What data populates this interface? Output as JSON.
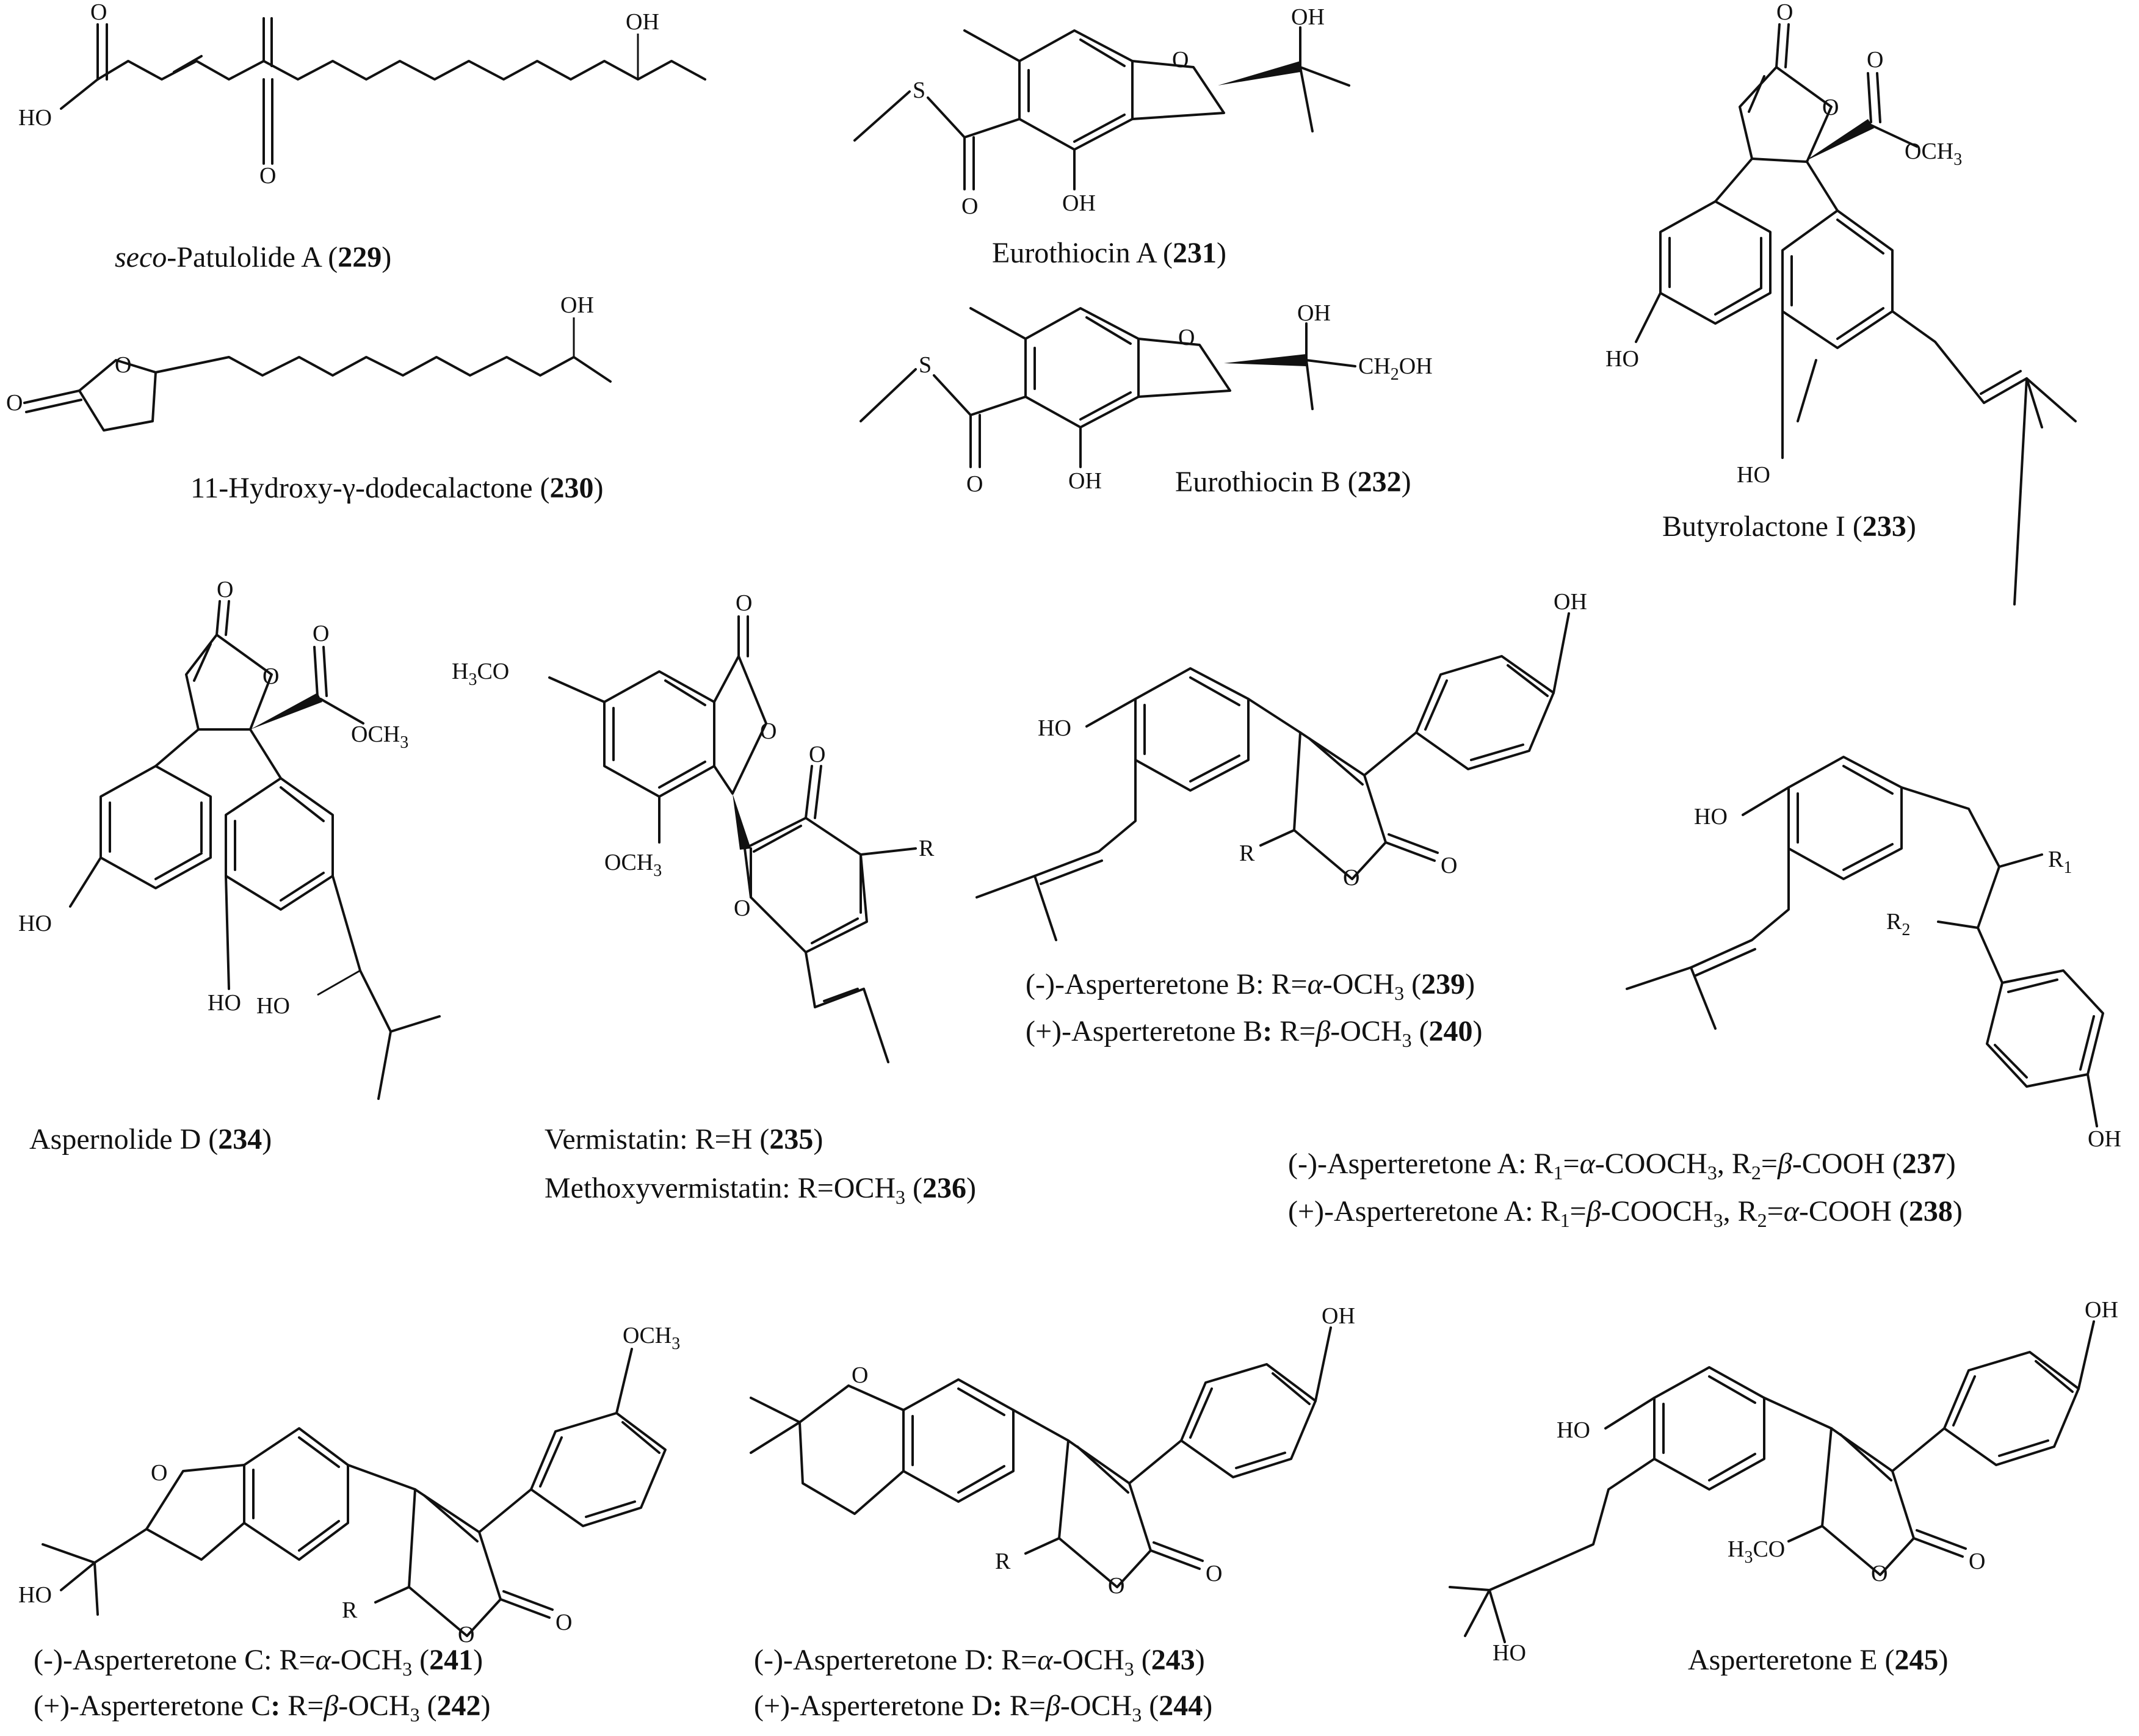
{
  "compounds": [
    {
      "id": "229",
      "caption": {
        "prefix": "seco",
        "name": "-Patulolide A (",
        "num": "229",
        "tail": ")"
      }
    },
    {
      "id": "230",
      "caption": {
        "name": "11-Hydroxy-γ-dodecalactone (",
        "num": "230",
        "tail": ")"
      }
    },
    {
      "id": "231",
      "caption": {
        "name": "Eurothiocin A (",
        "num": "231",
        "tail": ")"
      }
    },
    {
      "id": "232",
      "caption": {
        "name": "Eurothiocin B (",
        "num": "232",
        "tail": ")"
      }
    },
    {
      "id": "233",
      "caption": {
        "name": "Butyrolactone I (",
        "num": "233",
        "tail": ")"
      }
    },
    {
      "id": "234",
      "caption": {
        "name": "Aspernolide D (",
        "num": "234",
        "tail": ")"
      }
    },
    {
      "id": "235",
      "caption": {
        "name": "Vermistatin:  R=H (",
        "num": "235",
        "tail": ")"
      }
    },
    {
      "id": "236",
      "caption": {
        "name": "Methoxyvermistatin: R=OCH",
        "sub": "3",
        "rest": " (",
        "num": "236",
        "tail": ")"
      }
    },
    {
      "id": "239",
      "caption": {
        "name": "(-)-Asperteretone B: R=",
        "greek": "α",
        "rest": "-OCH",
        "sub": "3",
        "rest2": " (",
        "num": "239",
        "tail": ")"
      }
    },
    {
      "id": "240",
      "caption": {
        "name": "(+)-Asperteretone B",
        "colon": ":",
        "rest0": " R=",
        "greek": "β",
        "rest": "-OCH",
        "sub": "3",
        "rest2": " (",
        "num": "240",
        "tail": ")"
      }
    },
    {
      "id": "237",
      "caption": {
        "name": "(-)-Asperteretone A: R",
        "sub1": "1",
        "eq1": "=",
        "greek1": "α",
        "mid1": "-COOCH",
        "sub2": "3",
        "comma": ", R",
        "sub3": "2",
        "eq2": "=",
        "greek2": "β",
        "mid2": "-COOH (",
        "num": "237",
        "tail": ")"
      }
    },
    {
      "id": "238",
      "caption": {
        "name": "(+)-Asperteretone A: R",
        "sub1": "1",
        "eq1": "=",
        "greek1": "β",
        "mid1": "-COOCH",
        "sub2": "3",
        "comma": ", R",
        "sub3": "2",
        "eq2": "=",
        "greek2": "α",
        "mid2": "-COOH (",
        "num": "238",
        "tail": ")"
      }
    },
    {
      "id": "241",
      "caption": {
        "name": "(-)-Asperteretone C: R=",
        "greek": "α",
        "rest": "-OCH",
        "sub": "3",
        "rest2": " (",
        "num": "241",
        "tail": ")"
      }
    },
    {
      "id": "242",
      "caption": {
        "name": "(+)-Asperteretone C",
        "colon": ":",
        "rest0": " R=",
        "greek": "β",
        "rest": "-OCH",
        "sub": "3",
        "rest2": " (",
        "num": "242",
        "tail": ")"
      }
    },
    {
      "id": "243",
      "caption": {
        "name": "(-)-Asperteretone D: R=",
        "greek": "α",
        "rest": "-OCH",
        "sub": "3",
        "rest2": " (",
        "num": "243",
        "tail": ")"
      }
    },
    {
      "id": "244",
      "caption": {
        "name": "(+)-Asperteretone D",
        "colon": ":",
        "rest0": " R=",
        "greek": "β",
        "rest": "-OCH",
        "sub": "3",
        "rest2": " (",
        "num": "244",
        "tail": ")"
      }
    },
    {
      "id": "245",
      "caption": {
        "name": "Asperteretone E (",
        "num": "245",
        "tail": ")"
      }
    }
  ],
  "atoms": {
    "OH": "OH",
    "HO": "HO",
    "O": "O",
    "S": "S",
    "R": "R",
    "R1": "R",
    "R1sub": "1",
    "R2": "R",
    "R2sub": "2",
    "OCH3": "OCH",
    "H3CO_H": "H",
    "H3CO_rest": "CO",
    "CH2OH_a": "CH",
    "CH2OH_b": "OH",
    "sub2": "2",
    "sub3": "3"
  }
}
